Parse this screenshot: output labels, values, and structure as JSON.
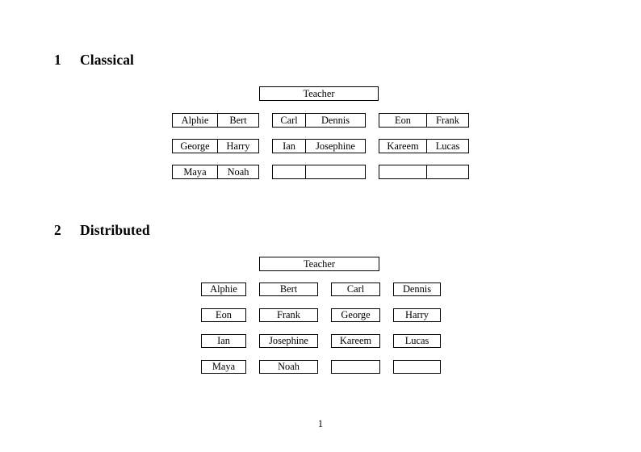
{
  "document": {
    "page_number": "1",
    "background": "#ffffff",
    "text_color": "#000000",
    "border_color": "#000000"
  },
  "sections": [
    {
      "number": "1",
      "title": "Classical",
      "root": {
        "label": "Teacher"
      },
      "layout": "three-groups-of-two-columns",
      "groups": [
        {
          "id": "group-1",
          "rows": [
            {
              "left": "Alphie",
              "right": "Bert"
            },
            {
              "left": "George",
              "right": "Harry"
            },
            {
              "left": "Maya",
              "right": "Noah"
            }
          ]
        },
        {
          "id": "group-2",
          "rows": [
            {
              "left": "Carl",
              "right": "Dennis"
            },
            {
              "left": "Ian",
              "right": "Josephine"
            },
            {
              "left": "",
              "right": ""
            }
          ]
        },
        {
          "id": "group-3",
          "rows": [
            {
              "left": "Eon",
              "right": "Frank"
            },
            {
              "left": "Kareem",
              "right": "Lucas"
            },
            {
              "left": "",
              "right": ""
            }
          ]
        }
      ]
    },
    {
      "number": "2",
      "title": "Distributed",
      "root": {
        "label": "Teacher"
      },
      "layout": "four-separate-columns",
      "rows": [
        {
          "c1": "Alphie",
          "c2": "Bert",
          "c3": "Carl",
          "c4": "Dennis"
        },
        {
          "c1": "Eon",
          "c2": "Frank",
          "c3": "George",
          "c4": "Harry"
        },
        {
          "c1": "Ian",
          "c2": "Josephine",
          "c3": "Kareem",
          "c4": "Lucas"
        },
        {
          "c1": "Maya",
          "c2": "Noah",
          "c3": "",
          "c4": ""
        }
      ]
    }
  ]
}
